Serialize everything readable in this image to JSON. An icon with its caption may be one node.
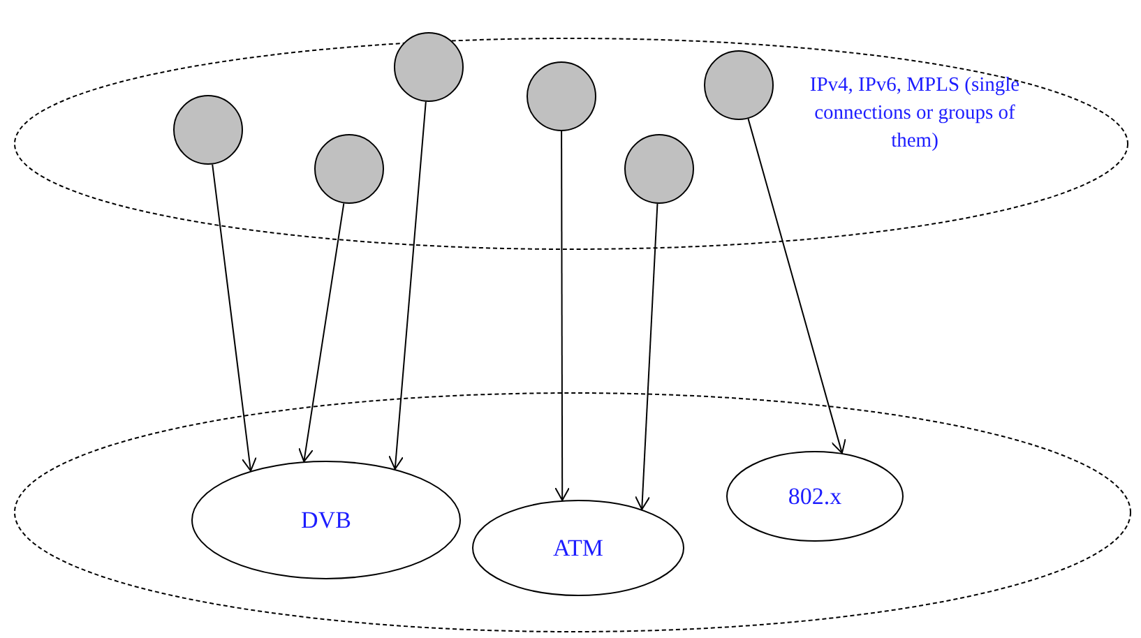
{
  "diagram": {
    "nodes": [
      {
        "text": [
          "IPv4, IPv6, MPLS (single connections or groups of them)"
        ]
      },
      {
        "text": [],
        "shape": "circle",
        "in": 0
      },
      {
        "text": [],
        "shape": "circle",
        "in": 0
      },
      {
        "text": [],
        "shape": "circle",
        "in": 0
      },
      {
        "text": [],
        "shape": "circle",
        "in": 0
      },
      {
        "text": [],
        "shape": "circle",
        "in": 0
      },
      {
        "text": [],
        "shape": "circle",
        "in": 0
      },
      {
        "text": [],
        "shape": "ellipse"
      },
      {
        "text": [
          "DVB"
        ],
        "in": 7
      },
      {
        "text": [
          "ATM"
        ],
        "in": 7
      },
      {
        "text": [
          "802.x"
        ],
        "in": 7
      }
    ],
    "edges": [
      {
        "from": 1,
        "to": 8,
        "arrow": "to"
      },
      {
        "from": 2,
        "to": 8,
        "arrow": "to"
      },
      {
        "from": 3,
        "to": 8,
        "arrow": "to"
      },
      {
        "from": 4,
        "to": 9,
        "arrow": "to"
      },
      {
        "from": 5,
        "to": 9,
        "arrow": "to"
      },
      {
        "from": 6,
        "to": 10,
        "arrow": "to"
      }
    ]
  }
}
